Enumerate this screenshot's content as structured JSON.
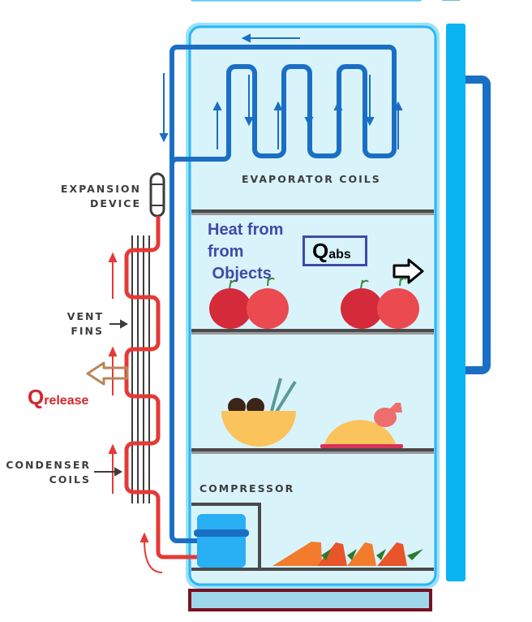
{
  "diagram": {
    "title": "Refrigerator refrigeration cycle",
    "labels": {
      "expansion_device": [
        "EXPANSION",
        "DEVICE"
      ],
      "evaporator_coils": "EVAPORATOR COILS",
      "vent_fins": [
        "VENT",
        "FINS"
      ],
      "condenser_coils": [
        "CONDENSER",
        "COILS"
      ],
      "compressor": "COMPRESSOR"
    },
    "annotations": {
      "heat_from_objects": [
        "Heat from",
        "from",
        " Objects"
      ],
      "q_abs": {
        "symbol": "Q",
        "subscript": "abs"
      },
      "q_release": {
        "symbol": "Q",
        "subscript": "release"
      }
    },
    "colors": {
      "cold_pipe": "#1a6fc4",
      "hot_pipe": "#e53935",
      "fridge_interior": "#d9f3fb",
      "fridge_border": "#29b6f6",
      "door": "#0ab4f2",
      "shelf": "#4a4a4a",
      "annotation_blue": "#3f4aa8",
      "release_red": "#d4262c",
      "release_arrow": "#b9855a",
      "base": "#7a1020"
    },
    "contents": {
      "top_shelf": [
        "apple",
        "apple",
        "apple",
        "apple"
      ],
      "middle_shelf": [
        "bowl-with-meatballs",
        "roast-chicken"
      ],
      "bottom_shelf": [
        "compressor",
        "carrots"
      ]
    }
  }
}
